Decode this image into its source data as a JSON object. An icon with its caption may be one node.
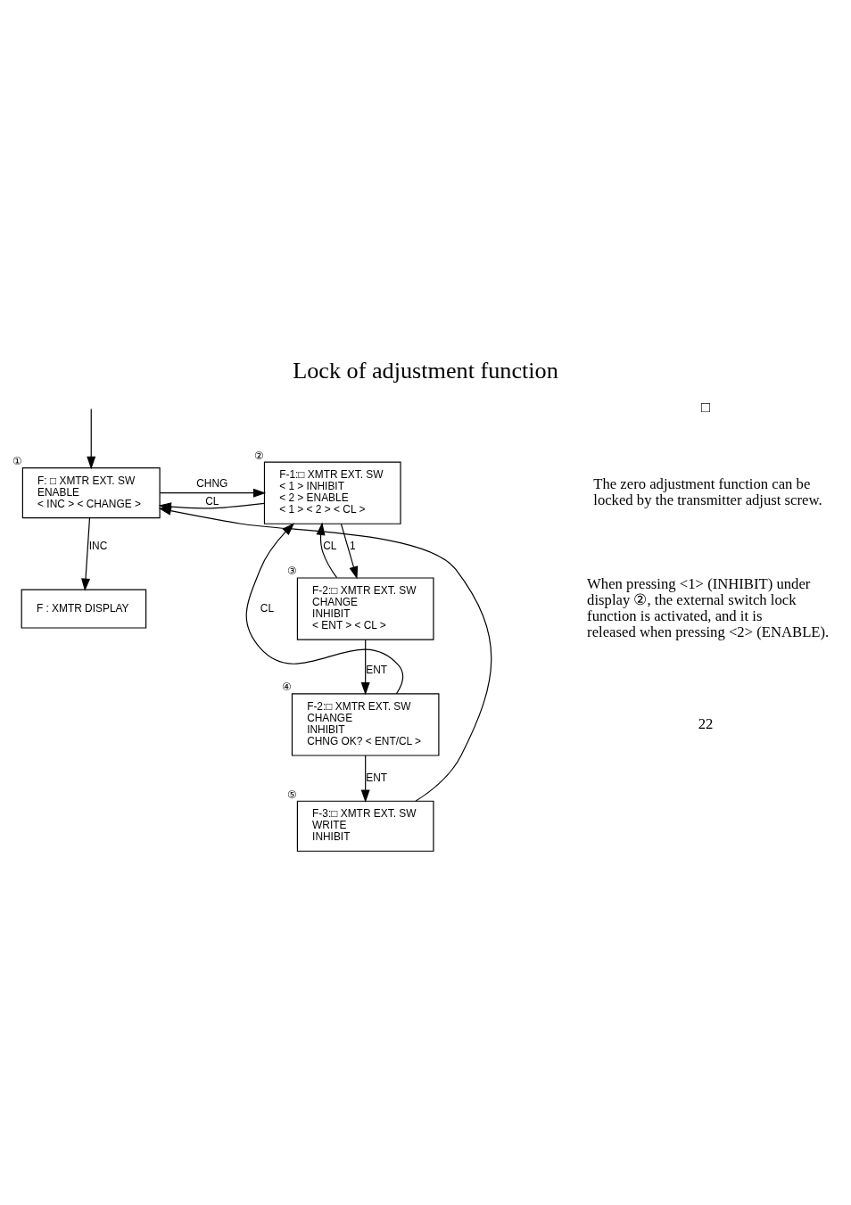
{
  "diagram": {
    "title": "Lock of adjustment function",
    "nodes": [
      {
        "text": [
          "F: □ XMTR EXT. SW",
          "ENABLE",
          "< INC > < CHANGE >"
        ],
        "beside": [
          "①"
        ]
      },
      {
        "text": [
          "F-1:□ XMTR EXT. SW",
          "< 1 > INHIBIT",
          "< 2 > ENABLE",
          "< 1 > < 2 > < CL >"
        ],
        "beside": [
          "②"
        ]
      },
      {
        "text": [
          "F-2:□ XMTR EXT. SW",
          "CHANGE",
          "INHIBIT",
          "< ENT > < CL >"
        ],
        "beside": [
          "③"
        ]
      },
      {
        "text": [
          "F-2:□ XMTR EXT. SW",
          "CHANGE",
          "INHIBIT",
          "CHNG OK? < ENT/CL >"
        ],
        "beside": [
          "④"
        ]
      },
      {
        "text": [
          "F-3:□ XMTR EXT. SW",
          "WRITE",
          "INHIBIT"
        ],
        "beside": [
          "⑤"
        ]
      },
      {
        "text": [
          "F : XMTR DISPLAY"
        ]
      }
    ],
    "edges": [
      {
        "from": null,
        "to": 0,
        "arrow": "to"
      },
      {
        "from": 0,
        "to": 1,
        "arrow": "to",
        "label": "CHNG"
      },
      {
        "from": 1,
        "to": 0,
        "arrow": "to",
        "label": "CL"
      },
      {
        "from": 0,
        "to": 5,
        "arrow": "to",
        "label": "INC"
      },
      {
        "from": 1,
        "to": 2,
        "arrow": "to",
        "label": "1"
      },
      {
        "from": 2,
        "to": 1,
        "arrow": "to",
        "label": "CL"
      },
      {
        "from": 2,
        "to": 3,
        "arrow": "to",
        "label": "ENT"
      },
      {
        "from": 3,
        "to": 4,
        "arrow": "to",
        "label": "ENT"
      },
      {
        "from": 3,
        "to": 1,
        "arrow": "to",
        "label": "CL"
      },
      {
        "from": 4,
        "to": 0,
        "arrow": "to"
      }
    ],
    "labels": [
      "□",
      "The zero adjustment function can be locked by the transmitter adjust screw.",
      "When pressing <1> (INHIBIT) under display ②, the external switch lock function is activated, and it is released when pressing <2> (ENABLE).",
      "22"
    ]
  }
}
